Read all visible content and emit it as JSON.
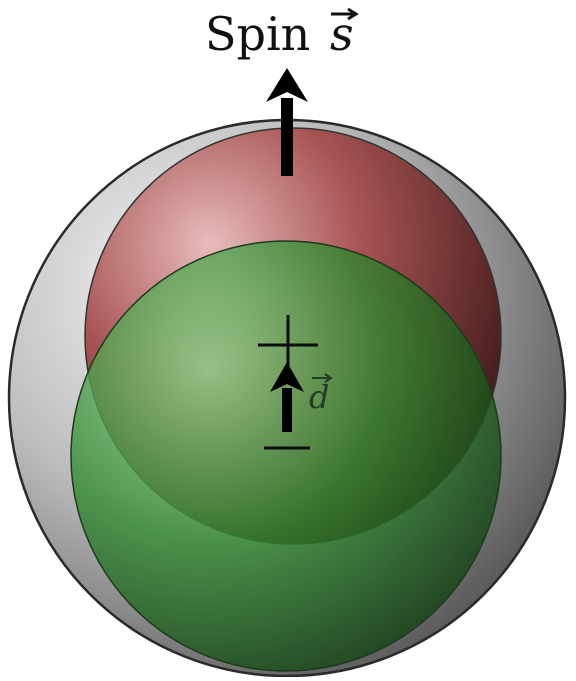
{
  "title": {
    "word": "Spin",
    "vector": "s"
  },
  "dipole": {
    "vector": "d"
  },
  "charges": {
    "positive": "+",
    "negative": "−"
  },
  "colors": {
    "outer_sphere": "#a9a9a9",
    "positive_sphere": "#b04a4a",
    "negative_sphere": "#3e9a3e",
    "arrow": "#000000"
  },
  "icons": {
    "spin_arrow": "arrow-up-icon",
    "dipole_arrow": "arrow-up-icon"
  }
}
